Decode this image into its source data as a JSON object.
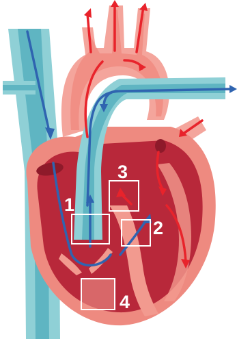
{
  "diagram": {
    "labels": [
      {
        "id": "1",
        "text": "1"
      },
      {
        "id": "2",
        "text": "2"
      },
      {
        "id": "3",
        "text": "3"
      },
      {
        "id": "4",
        "text": "4"
      }
    ],
    "colors": {
      "vein_outer": "#8fd0d6",
      "vein_inner": "#5fb5c2",
      "aorta_outer": "#f4a59c",
      "aorta_inner": "#ef7d73",
      "heart_outer": "#ee8a80",
      "heart_chamber": "#b8283a",
      "heart_dark": "#8e1a2a",
      "septum": "#f29a8f",
      "blue_arrow": "#2f64b0",
      "red_arrow": "#e8232b",
      "box_stroke": "#ffffff"
    }
  }
}
